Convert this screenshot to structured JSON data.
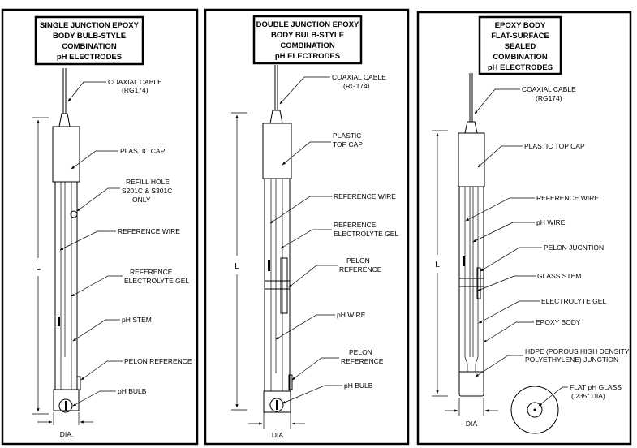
{
  "panels": [
    {
      "title": [
        "SINGLE JUNCTION EPOXY",
        "BODY BULB-STYLE",
        "COMBINATION",
        "pH ELECTRODES"
      ],
      "labels": {
        "coaxial": [
          "COAXIAL CABLE",
          "(RG174)"
        ],
        "cap": [
          "PLASTIC CAP"
        ],
        "refill": [
          "REFILL HOLE",
          "S201C & S301C",
          "ONLY"
        ],
        "refwire": [
          "REFERENCE WIRE"
        ],
        "gel": [
          "REFERENCE",
          "ELECTROLYTE GEL"
        ],
        "stem": [
          "pH STEM"
        ],
        "pelon": [
          "PELON REFERENCE"
        ],
        "bulb": [
          "pH BULB"
        ]
      },
      "length": "L",
      "dia": "DIA."
    },
    {
      "title": [
        "DOUBLE JUNCTION EPOXY",
        "BODY BULB-STYLE",
        "COMBINATION",
        "pH ELECTRODES"
      ],
      "labels": {
        "coaxial": [
          "COAXIAL CABLE",
          "(RG174)"
        ],
        "cap": [
          "PLASTIC",
          "TOP CAP"
        ],
        "refwire": [
          "REFERENCE WIRE"
        ],
        "gel": [
          "REFERENCE",
          "ELECTROLYTE GEL"
        ],
        "pelon": [
          "PELON",
          "REFERENCE"
        ],
        "phwire": [
          "pH WIRE"
        ],
        "pelon2": [
          "PELON",
          "REFERENCE"
        ],
        "bulb": [
          "pH BULB"
        ]
      },
      "length": "L",
      "dia": "DIA"
    },
    {
      "title": [
        "EPOXY BODY",
        "FLAT-SURFACE",
        "SEALED",
        "COMBINATION",
        "pH ELECTRODES"
      ],
      "labels": {
        "coaxial": [
          "COAXIAL CABLE",
          "(RG174)"
        ],
        "cap": [
          "PLASTIC TOP CAP"
        ],
        "refwire": [
          "REFERENCE WIRE"
        ],
        "phwire": [
          "pH WIRE"
        ],
        "junction": [
          "PELON JUCNTION"
        ],
        "glassstem": [
          "GLASS STEM"
        ],
        "gel": [
          "ELECTROLYTE GEL"
        ],
        "epoxy": [
          "EPOXY BODY"
        ],
        "hdpe": [
          "HDPE (POROUS HIGH DENSITY",
          "POLYETHYLENE) JUNCTION"
        ],
        "flat": [
          "FLAT pH GLASS",
          "(.235\" DIA)"
        ]
      },
      "length": "L",
      "dia": "DIA"
    }
  ]
}
